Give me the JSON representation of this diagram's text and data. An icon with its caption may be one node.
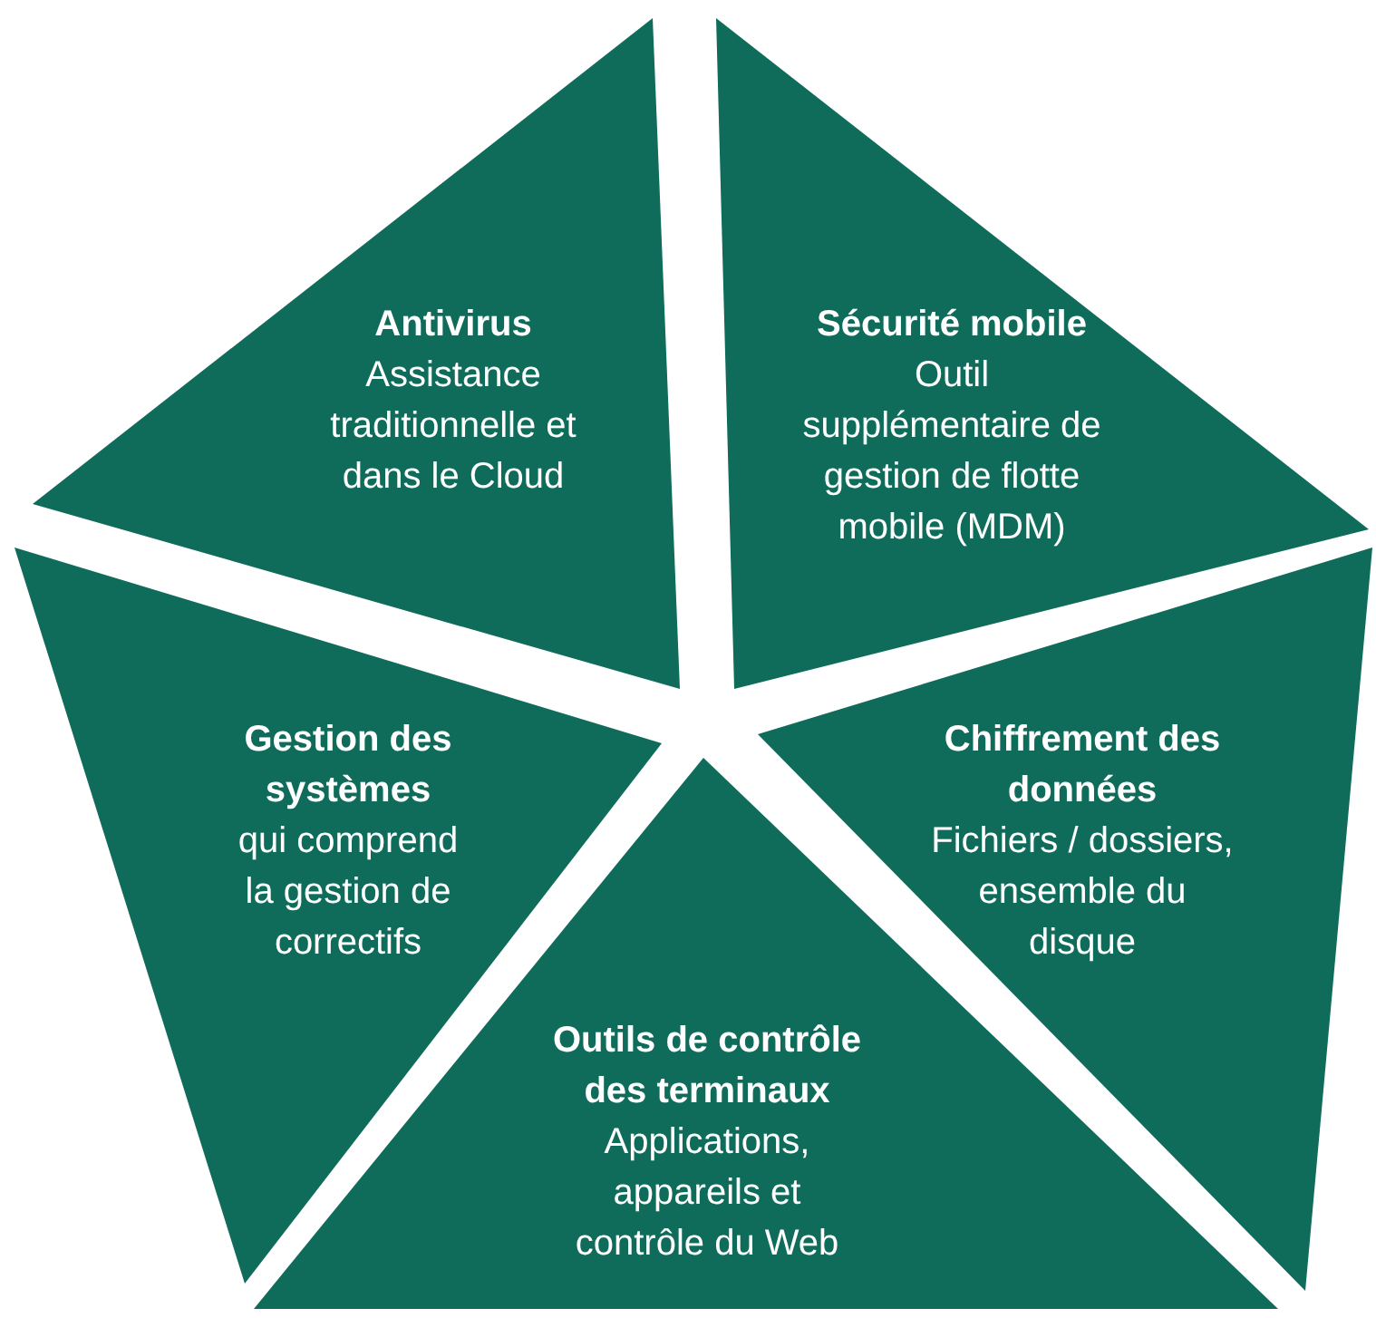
{
  "diagram": {
    "nodes": [
      {
        "text": [
          "Antivirus",
          "Assistance traditionnelle et dans le Cloud"
        ]
      },
      {
        "text": [
          "Sécurité mobile",
          "Outil supplémentaire de gestion de flotte mobile (MDM)"
        ]
      },
      {
        "text": [
          "Gestion des systèmes",
          "qui comprend la gestion de correctifs"
        ]
      },
      {
        "text": [
          "Chiffrement des données",
          "Fichiers / dossiers, ensemble du disque"
        ]
      },
      {
        "text": [
          "Outils de contrôle des terminaux",
          "Applications, appareils et contrôle du Web"
        ]
      }
    ]
  }
}
